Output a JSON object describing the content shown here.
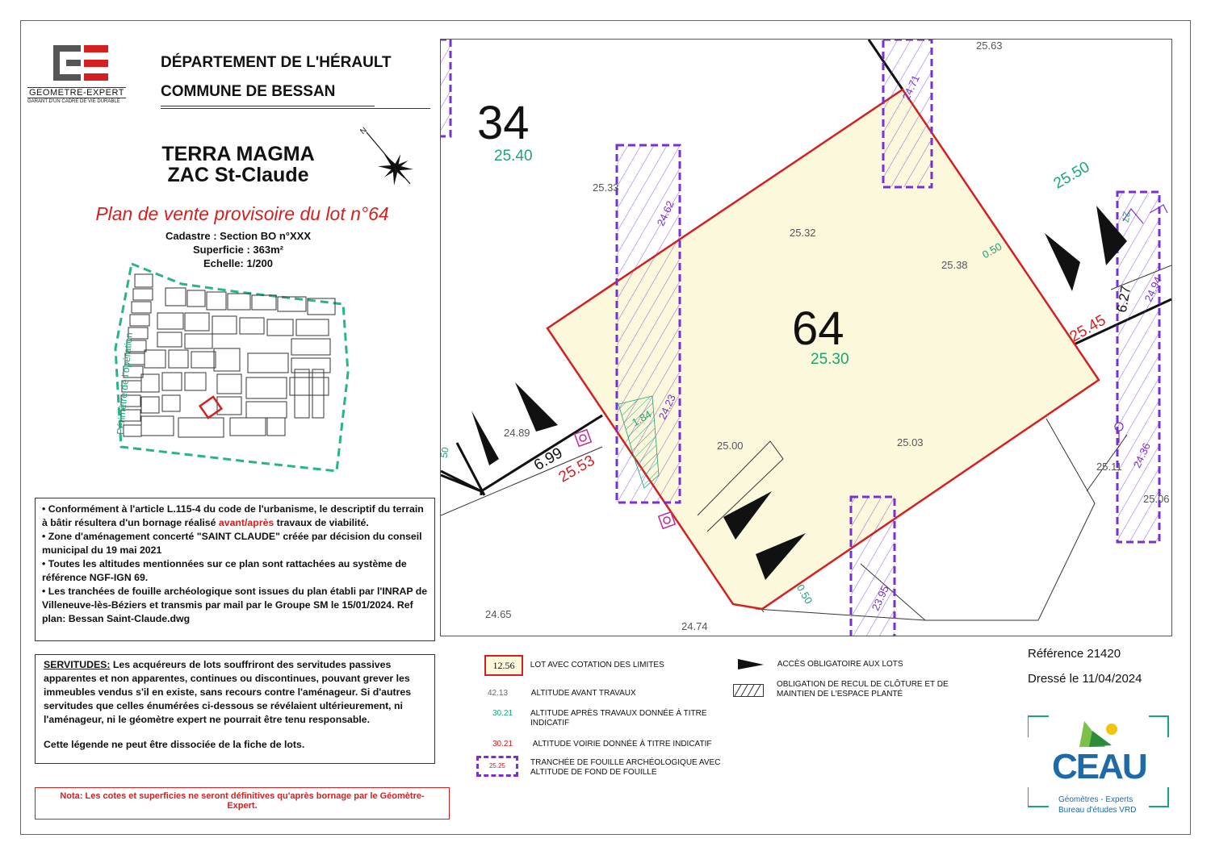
{
  "logo": {
    "name": "GEOMETRE-EXPERT",
    "tagline": "GARANT D'UN CADRE DE VIE DURABLE"
  },
  "header": {
    "department": "DÉPARTEMENT DE L'HÉRAULT",
    "commune": "COMMUNE DE BESSAN"
  },
  "project": {
    "line1": "TERRA MAGMA",
    "line2": "ZAC St-Claude",
    "north_label": "N"
  },
  "plan": {
    "title": "Plan de vente provisoire du lot n°64",
    "cadastre": "Cadastre  :  Section BO n°XXX",
    "superficie": "Superficie : 363m²",
    "echelle": "Echelle: 1/200"
  },
  "locator": {
    "perimeter_label": "Périmètre de l'opération"
  },
  "notes": {
    "note1_a": "Conformément à l'article L.115-4 du code de l'urbanisme, le descriptif du terrain à bâtir résultera d'un bornage réalisé ",
    "note1_red": "avant/après",
    "note1_b": " travaux de viabilité.",
    "note2": "Zone d'aménagement  concerté \"SAINT CLAUDE\" créée par décision du conseil municipal du 19 mai 2021",
    "note3": "Toutes les altitudes mentionnées sur ce plan sont rattachées au système de référence NGF-IGN 69.",
    "note4": "Les tranchées de fouille archéologique sont issues du plan établi par l'INRAP de Villeneuve-lès-Béziers et transmis par mail par le Groupe SM le 15/01/2024. Ref plan: Bessan Saint-Claude.dwg"
  },
  "servitudes": {
    "label": "SERVITUDES:",
    "text": " Les acquéreurs de lots souffriront des servitudes passives apparentes et non apparentes, continues ou discontinues, pouvant grever les immeubles vendus s'il en existe, sans recours contre l'aménageur. Si d'autres servitudes que celles énumérées ci-dessous se révélaient ultérieurement, ni l'aménageur, ni le géomètre expert ne pourrait être tenu responsable.",
    "footer": "Cette légende ne peut être dissociée de la fiche de lots."
  },
  "nota": "Nota: Les cotes et superficies ne seront définitives qu'après bornage par le Géomètre-Expert.",
  "map": {
    "lot_number": "64",
    "lot_altitude": "25.30",
    "neighbor_number": "34",
    "neighbor_altitude": "25.40",
    "spot_heights": [
      "25.63",
      "25.33",
      "25.32",
      "25.38",
      "24.89",
      "25.00",
      "25.03",
      "25.11",
      "25.06",
      "24.65",
      "24.74"
    ],
    "dim_left": "6.99",
    "dim_right": "6.27",
    "road_alt_left": "25.53",
    "road_alt_right": "25.45",
    "green_alt_right": "25.50",
    "setback_a": "0.50",
    "setback_b": "0.50",
    "trench_labels": [
      "24.71",
      "24.62",
      "24.23",
      "24.36",
      "23.95",
      "24.94"
    ],
    "hatch_label": "1.84",
    "left_cut_label": "50",
    "right_cut_label": "27"
  },
  "legend": {
    "lot_sample": "12.56",
    "lot_text": "LOT AVEC COTATION DES LIMITES",
    "alt_before_sample": "42.13",
    "alt_before_text": "ALTITUDE AVANT TRAVAUX",
    "alt_after_sample": "30.21",
    "alt_after_text": "ALTITUDE APRÈS TRAVAUX DONNÉE À TITRE INDICATIF",
    "alt_road_sample": "30.21",
    "alt_road_text": "ALTITUDE VOIRIE DONNÉE À TITRE INDICATIF",
    "trench_sample": "25.25",
    "trench_text": "TRANCHÉE DE FOUILLE ARCHÉOLOGIQUE AVEC ALTITUDE DE FOND DE FOUILLE",
    "access_text": "ACCÈS OBLIGATOIRE AUX LOTS",
    "setback_text": "OBLIGATION DE RECUL DE CLÔTURE ET DE MAINTIEN DE L'ESPACE PLANTÉ"
  },
  "reference": {
    "ref": "Référence  21420",
    "date": "Dressé le 11/04/2024"
  },
  "ceau": {
    "name": "CEAU",
    "line1": "Géomètres - Experts",
    "line2": "Bureau d'études VRD"
  },
  "colors": {
    "lot_border": "#d42020",
    "lot_fill": "#fbf8dc",
    "green": "#1aa673",
    "trench": "#7a2fd0",
    "red": "#d42020"
  }
}
